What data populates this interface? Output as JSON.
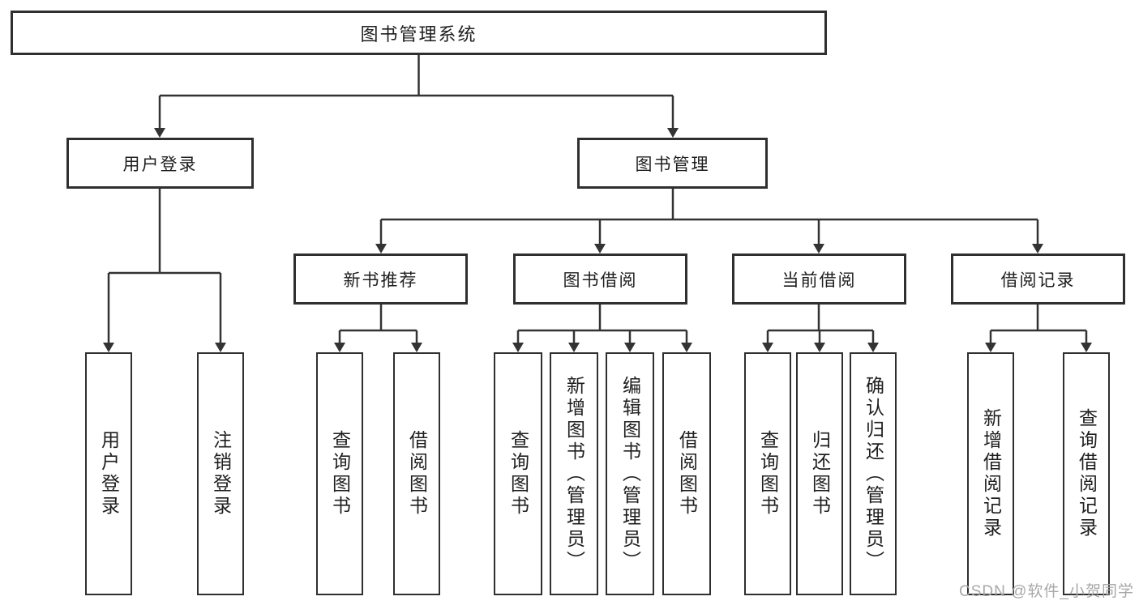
{
  "diagram": {
    "root": "图书管理系统",
    "user_branch": {
      "label": "用户登录",
      "children": [
        "用户登录",
        "注销登录"
      ]
    },
    "book_branch": {
      "label": "图书管理",
      "groups": [
        {
          "label": "新书推荐",
          "children": [
            "查询图书",
            "借阅图书"
          ]
        },
        {
          "label": "图书借阅",
          "children": [
            "查询图书",
            "新增图书（管理员）",
            "编辑图书（管理员）",
            "借阅图书"
          ]
        },
        {
          "label": "当前借阅",
          "children": [
            "查询图书",
            "归还图书",
            "确认归还（管理员）"
          ]
        },
        {
          "label": "借阅记录",
          "children": [
            "新增借阅记录",
            "查询借阅记录"
          ]
        }
      ]
    },
    "colors": {
      "line": "#333333",
      "box_border": "#2f2f2f",
      "text": "#1e1e1e",
      "watermark": "#a8a8a8",
      "background": "#ffffff"
    }
  },
  "watermark": {
    "text": "CSDN @软件_小贺同学"
  }
}
